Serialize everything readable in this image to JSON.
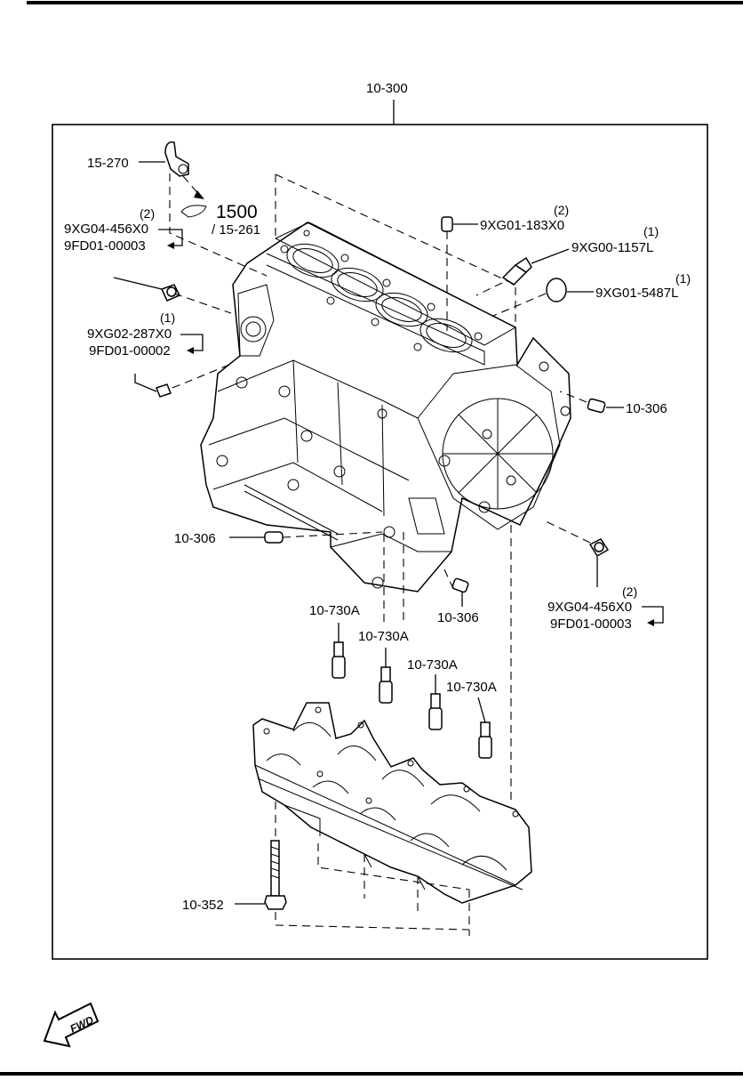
{
  "diagram": {
    "assembly_label": "10-300",
    "fwd_label": "FWD",
    "parts": {
      "hose_fitting": "15-270",
      "ref_1500": "1500",
      "ref_15_261": "/ 15-261",
      "plug_a_qty": "(2)",
      "plug_a_num1": "9XG04-456X0",
      "plug_a_num2": "9FD01-00003",
      "pin_left_qty": "(1)",
      "pin_left_num1": "9XG02-287X0",
      "pin_left_num2": "9FD01-00002",
      "dowel_top_qty": "(2)",
      "dowel_top": "9XG01-183X0",
      "sensor_qty": "(1)",
      "sensor": "9XG00-1157L",
      "cap_qty": "(1)",
      "cap": "9XG01-5487L",
      "dowel_right": "10-306",
      "dowel_left": "10-306",
      "dowel_bottom": "10-306",
      "plug_b_qty": "(2)",
      "plug_b_num1": "9XG04-456X0",
      "plug_b_num2": "9FD01-00003",
      "jet_1": "10-730A",
      "jet_2": "10-730A",
      "jet_3": "10-730A",
      "jet_4": "10-730A",
      "bolt": "10-352"
    }
  }
}
